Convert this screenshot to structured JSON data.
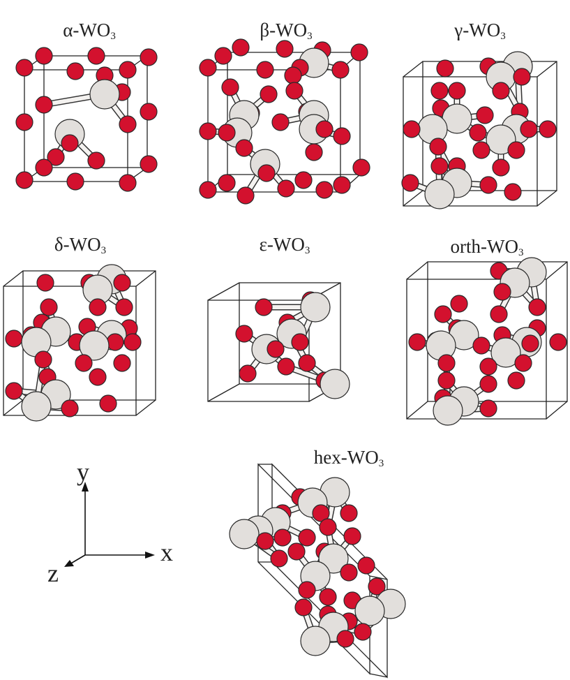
{
  "panels": [
    {
      "id": "alpha",
      "prefix": "α-WO",
      "sub": "3"
    },
    {
      "id": "beta",
      "prefix": "β-WO",
      "sub": "3"
    },
    {
      "id": "gamma",
      "prefix": "γ-WO",
      "sub": "3"
    },
    {
      "id": "delta",
      "prefix": "δ-WO",
      "sub": "3"
    },
    {
      "id": "epsilon",
      "prefix": "ε-WO",
      "sub": "3"
    },
    {
      "id": "orth",
      "prefix": "orth-WO",
      "sub": "3"
    },
    {
      "id": "hex",
      "prefix": "hex-WO",
      "sub": "3"
    }
  ],
  "axes": {
    "x": "x",
    "y": "y",
    "z": "z"
  },
  "colors": {
    "oxygen": "#d3112e",
    "tungsten": "#e2dfdc",
    "outline": "#2a2a2a"
  }
}
